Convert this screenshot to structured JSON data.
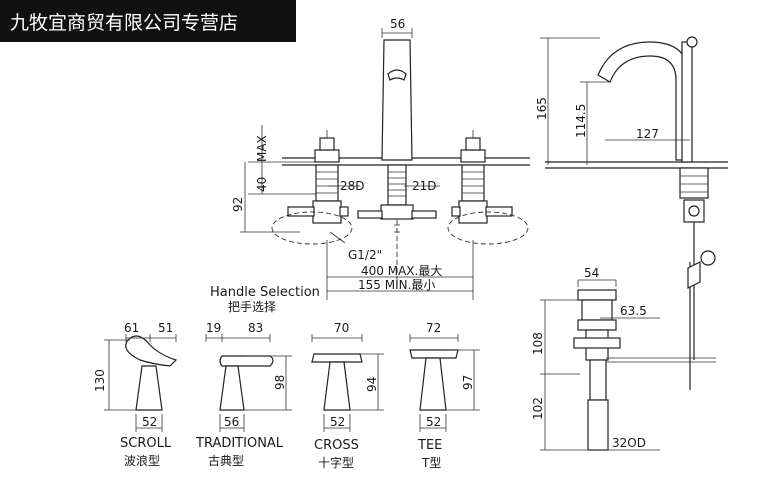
{
  "banner": {
    "text": "九牧宜商贸有限公司专营店",
    "background": "#111111",
    "color": "#ffffff"
  },
  "dimensions": {
    "spout_top_width": "56",
    "max_label": "MAX",
    "height_40": "40",
    "height_92": "92",
    "dia_28d": "28D",
    "dia_21d": "21D",
    "thread": "G1/2\"",
    "spread_max": "400 MAX.最大",
    "spread_min": "155 MIN.最小",
    "side_165": "165",
    "side_1145": "114.5",
    "side_127": "127",
    "drain_54": "54",
    "drain_635": "63.5",
    "drain_108": "108",
    "drain_102": "102",
    "drain_32od": "32OD"
  },
  "handle_selection": {
    "title": "Handle Selection",
    "subtitle": "把手选择"
  },
  "handles": [
    {
      "name_en": "SCROLL",
      "name_cn": "波浪型",
      "top_a": "61",
      "top_b": "51",
      "height": "130",
      "base": "52"
    },
    {
      "name_en": "TRADITIONAL",
      "name_cn": "古典型",
      "top_a": "19",
      "top_b": "83",
      "height": "98",
      "base": "56"
    },
    {
      "name_en": "CROSS",
      "name_cn": "十字型",
      "top_a": "70",
      "height": "94",
      "base": "52"
    },
    {
      "name_en": "TEE",
      "name_cn": "T型",
      "top_a": "72",
      "height": "97",
      "base": "52"
    }
  ]
}
